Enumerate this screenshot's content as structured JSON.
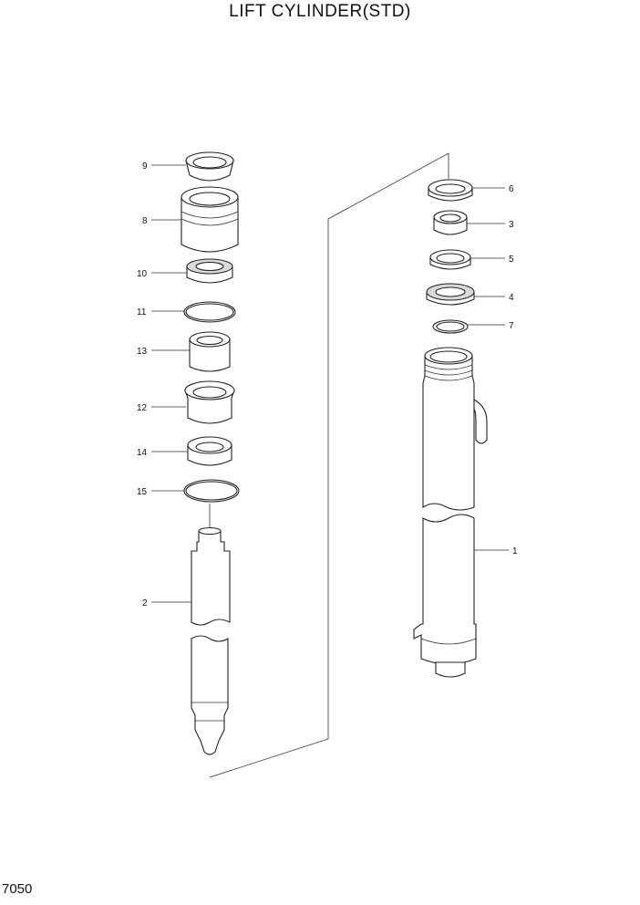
{
  "title": "LIFT CYLINDER(STD)",
  "page_number": "7050",
  "callouts": {
    "c1": "1",
    "c2": "2",
    "c3": "3",
    "c4": "4",
    "c5": "5",
    "c6": "6",
    "c7": "7",
    "c8": "8",
    "c9": "9",
    "c10": "10",
    "c11": "11",
    "c12": "12",
    "c13": "13",
    "c14": "14",
    "c15": "15"
  }
}
